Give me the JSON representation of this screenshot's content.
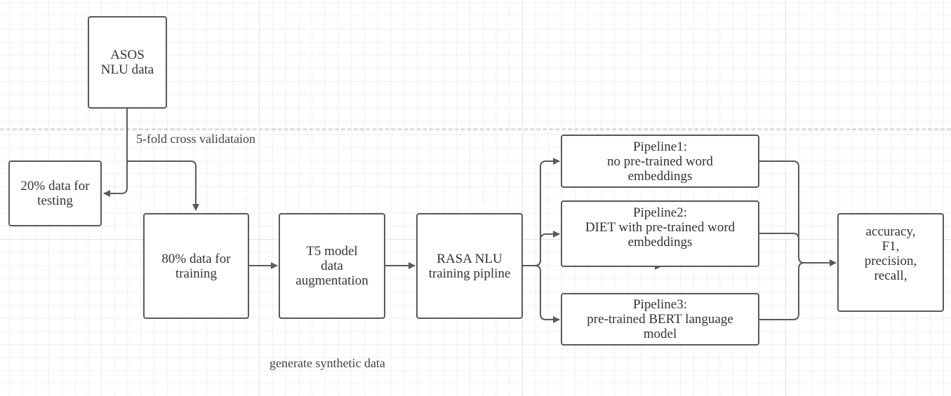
{
  "nodes": {
    "asos": "ASOS\nNLU data",
    "testing": "20% data for\ntesting",
    "training": "80% data for\ntraining",
    "t5": "T5 model\ndata\naugmentation",
    "rasa": "RASA  NLU\ntraining pipline",
    "p1": "Pipeline1:\nno pre-trained word\nembeddings",
    "p2": "Pipeline2:\nDIET with pre-trained word\nembeddings",
    "p3": "Pipeline3:\npre-trained BERT language\nmodel",
    "metrics": "accuracy,\nF1,\nprecision,\nrecall,"
  },
  "labels": {
    "cross_validation": "5-fold cross validataion",
    "synthetic": "generate synthetic data"
  },
  "colors": {
    "stroke": "#5a5a5a",
    "grid": "#e3e3e3",
    "text": "#333333"
  }
}
